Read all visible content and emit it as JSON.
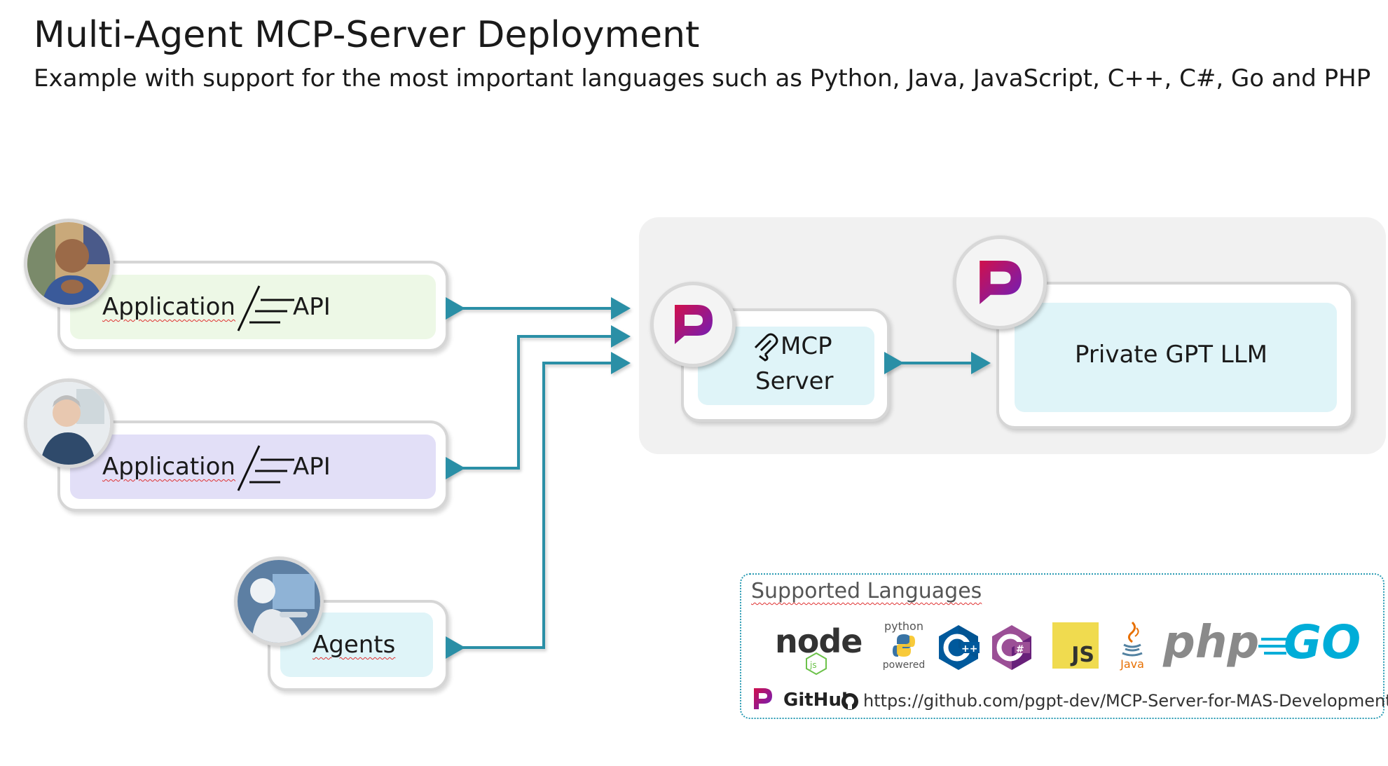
{
  "title": "Multi-Agent MCP-Server Deployment",
  "subtitle": "Example with support for the most important languages such as Python, Java, JavaScript, C++, C#, Go and PHP",
  "clients": [
    {
      "label": "Application",
      "api": "API",
      "color": "#edf8e6"
    },
    {
      "label": "Application",
      "api": "API",
      "color": "#e2dff7"
    },
    {
      "label": "Agents",
      "color": "#dff4f8"
    }
  ],
  "mcp_server": {
    "line1": "MCP",
    "line2": "Server",
    "color": "#dff4f8"
  },
  "llm": {
    "label": "Private GPT LLM",
    "color": "#dff4f8"
  },
  "languages": {
    "title": "Supported Languages",
    "icons": [
      "nodejs-icon",
      "python-icon",
      "cplusplus-icon",
      "csharp-icon",
      "javascript-icon",
      "java-icon",
      "php-icon",
      "go-icon"
    ],
    "python_top": "python",
    "python_bottom": "powered",
    "node_text": "node",
    "js_text": "JS",
    "java_text": "Java",
    "php_text": "php",
    "go_text": "GO",
    "github_label": "GitHub",
    "github_url": "https://github.com/pgpt-dev/MCP-Server-for-MAS-Developments"
  },
  "colors": {
    "arrow": "#2a8fa6",
    "brand_gradient_start": "#d0104c",
    "brand_gradient_end": "#6a1fbf"
  }
}
